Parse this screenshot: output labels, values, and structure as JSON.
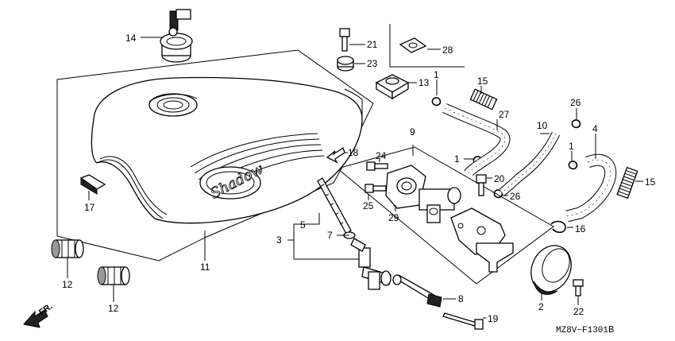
{
  "diagram_code": "MZ8V−F1301",
  "diagram_code_suffix": "B",
  "direction_label": "FR.",
  "brand_logo": "Shadow",
  "callouts": {
    "c1a": "1",
    "c1b": "1",
    "c1c": "1",
    "c2": "2",
    "c3": "3",
    "c4": "4",
    "c5": "5",
    "c7": "7",
    "c8": "8",
    "c9": "9",
    "c10": "10",
    "c11": "11",
    "c12a": "12",
    "c12b": "12",
    "c13": "13",
    "c14": "14",
    "c15a": "15",
    "c15b": "15",
    "c16": "16",
    "c17": "17",
    "c18": "18",
    "c19": "19",
    "c20": "20",
    "c21": "21",
    "c22": "22",
    "c23": "23",
    "c24": "24",
    "c25": "25",
    "c26a": "26",
    "c26b": "26",
    "c27": "27",
    "c28": "28",
    "c29": "29"
  }
}
